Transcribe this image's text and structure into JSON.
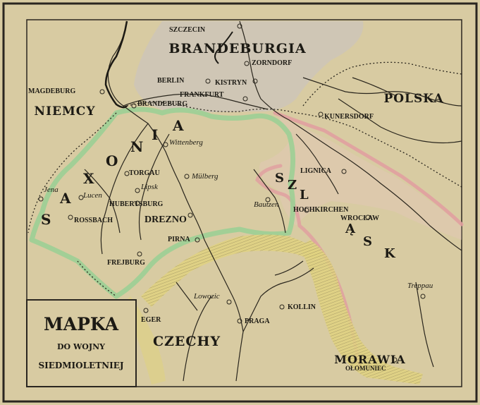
{
  "colors": {
    "paper": "#d8cba2",
    "frame": "#2a2620",
    "saxony_border": "#9ccf95",
    "silesia_border": "#e1a0a0",
    "brandenburg_tint": "#c9c2c4",
    "mountains": "#e0d280"
  },
  "cartouche": {
    "title": "MAPKA",
    "line2": "DO WOJNY",
    "line3": "SIEDMIOLETNIEJ"
  },
  "regions": {
    "brandenburgia": "BRANDEBURGIA",
    "niemcy": "NIEMCY",
    "polska": "POLSKA",
    "saksonia_letters": [
      "S",
      "A",
      "X",
      "O",
      "N",
      "I",
      "A"
    ],
    "szlask_letters": [
      "S",
      "Z",
      "L",
      "Ą",
      "S",
      "K"
    ],
    "czechy": "CZECHY",
    "morawia": "MORAWIA"
  },
  "cities": {
    "szczecin": "SZCZECIN",
    "zorndorf": "ZORNDORF",
    "magdeburg": "MAGDEBURG",
    "berlin": "BERLIN",
    "kistryn": "KISTRYN",
    "frankfurt": "FRANKFURT",
    "brandeburg": "BRANDEBURG",
    "kunersdorf": "KUNERSDORF",
    "wittenberg": "Wittenberg",
    "torgau": "TORGAU",
    "mulberg": "Mülberg",
    "lipsk": "Lipsk",
    "jena": "Jena",
    "lucen": "Lucen",
    "hubertsburg": "HUBERTSBURG",
    "rossbach": "ROSSBACH",
    "drezno": "DREZNO",
    "lignica": "LIGNICA",
    "bautzen": "Bautzen",
    "hochkirchen": "HOCHKIRCHEN",
    "wroclaw": "WROCŁAW",
    "pirna": "PIRNA",
    "frejburg": "FREJBURG",
    "treppau": "Treppau",
    "lowozic": "Lowozic",
    "kollin": "KOLLIN",
    "eger": "EGER",
    "praga": "PRAGA",
    "olomuniec": "OŁOMUNIEC"
  }
}
